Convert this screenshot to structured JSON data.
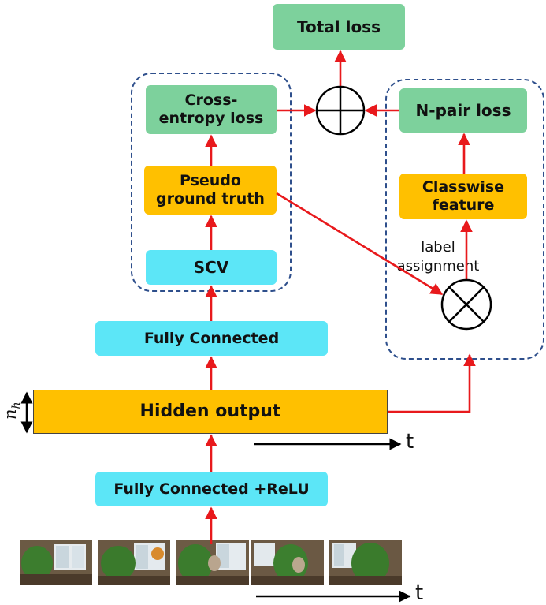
{
  "boxes": {
    "total_loss": "Total loss",
    "cross_entropy_loss": "Cross-\nentropy loss",
    "npair_loss": "N-pair loss",
    "pseudo_ground_truth": "Pseudo\nground truth",
    "classwise_feature": "Classwise\nfeature",
    "scv": "SCV",
    "fully_connected": "Fully Connected",
    "hidden_output": "Hidden output",
    "fully_connected_relu": "Fully Connected +ReLU"
  },
  "labels": {
    "label_assignment": "label\nassignment",
    "nh_symbol": "n",
    "nh_subscript": "h",
    "time_axis_1": "t",
    "time_axis_2": "t"
  },
  "colors": {
    "loss_box": "#7dd19c",
    "feature_box": "#ffc000",
    "layer_box": "#5ce6f7",
    "arrow": "#e8191c",
    "dashed_border": "#2e4f8c"
  },
  "icons": {
    "sum": "circled-plus-icon",
    "product": "circled-times-icon"
  },
  "video_frames": [
    "frame-1",
    "frame-2",
    "frame-3",
    "frame-4",
    "frame-5"
  ]
}
